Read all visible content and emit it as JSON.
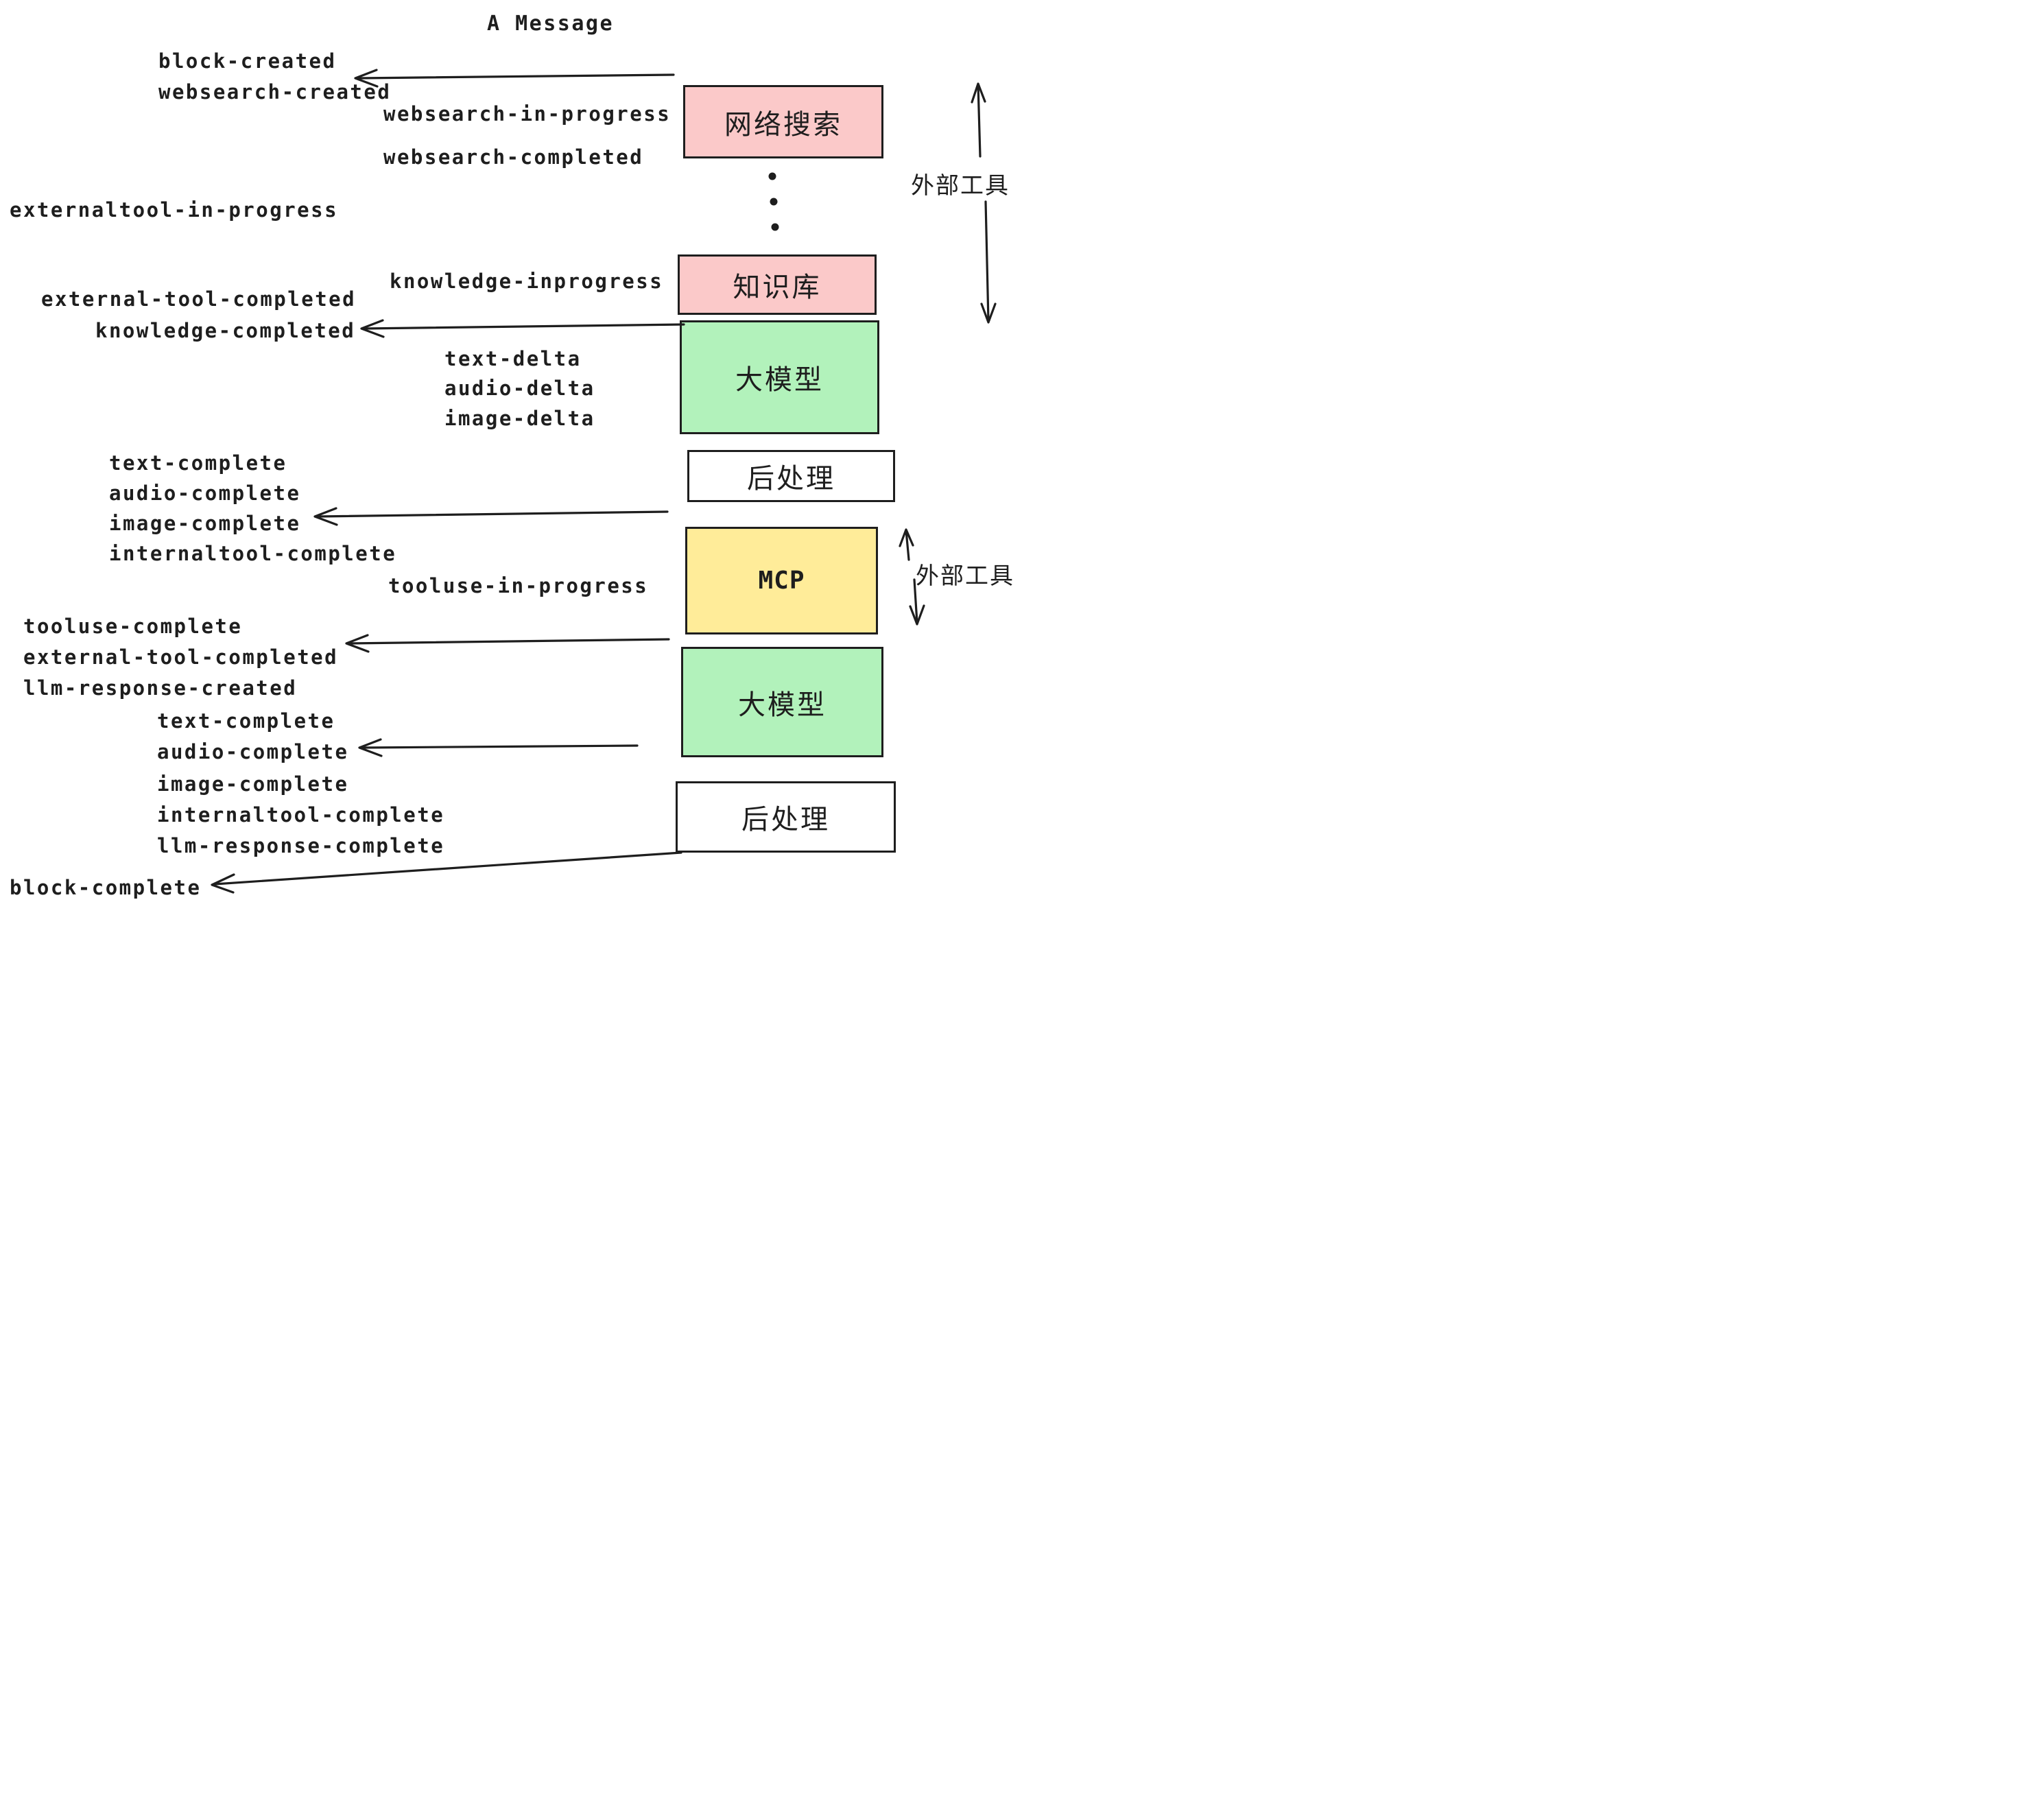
{
  "page": {
    "title": "A Message"
  },
  "events": [
    "block-created",
    "websearch-created",
    "websearch-in-progress",
    "websearch-completed",
    "externaltool-in-progress",
    "knowledge-inprogress",
    "external-tool-completed",
    "knowledge-completed",
    "text-delta",
    "audio-delta",
    "image-delta",
    "text-complete",
    "audio-complete",
    "image-complete",
    "internaltool-complete",
    "tooluse-in-progress",
    "tooluse-complete",
    "external-tool-completed",
    "llm-response-created",
    "text-complete",
    "audio-complete",
    "image-complete",
    "internaltool-complete",
    "llm-response-complete",
    "block-complete"
  ],
  "boxes": [
    {
      "id": "websearch",
      "label": "网络搜索",
      "fill": "#fbc9c9"
    },
    {
      "id": "knowledge",
      "label": "知识库",
      "fill": "#fbc9c9"
    },
    {
      "id": "llm-1",
      "label": "大模型",
      "fill": "#b2f2bb"
    },
    {
      "id": "postprocess-1",
      "label": "后处理",
      "fill": "#ffffff"
    },
    {
      "id": "mcp",
      "label": "MCP",
      "fill": "#ffec99"
    },
    {
      "id": "llm-2",
      "label": "大模型",
      "fill": "#b2f2bb"
    },
    {
      "id": "postprocess-2",
      "label": "后处理",
      "fill": "#ffffff"
    }
  ],
  "side_labels": {
    "external_tools_top": "外部工具",
    "external_tools_mcp": "外部工具"
  },
  "colors": {
    "ink": "#1e1e1e",
    "pink": "#fbc9c9",
    "green": "#b2f2bb",
    "yellow": "#ffec99",
    "white": "#ffffff"
  }
}
